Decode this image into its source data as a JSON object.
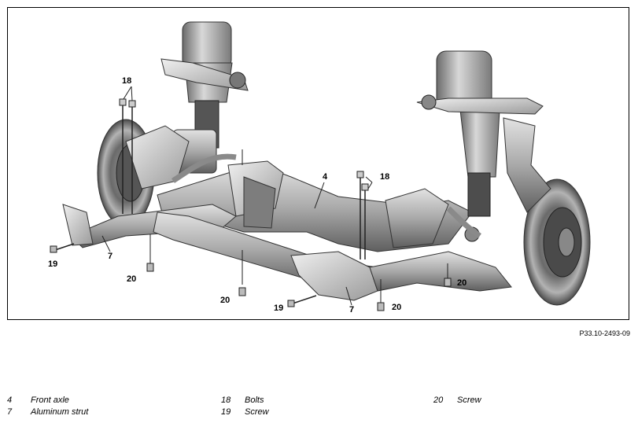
{
  "figure": {
    "callouts": {
      "c18a": "18",
      "c18b": "18",
      "c4": "4",
      "c7a": "7",
      "c7b": "7",
      "c19a": "19",
      "c19b": "19",
      "c20a": "20",
      "c20b": "20",
      "c20c": "20",
      "c20d": "20"
    },
    "reference_code": "P33.10-2493-09"
  },
  "legend": [
    {
      "number": "4",
      "label": "Front axle"
    },
    {
      "number": "7",
      "label": "Aluminum strut"
    },
    {
      "number": "18",
      "label": "Bolts"
    },
    {
      "number": "19",
      "label": "Screw"
    },
    {
      "number": "20",
      "label": "Screw"
    }
  ]
}
